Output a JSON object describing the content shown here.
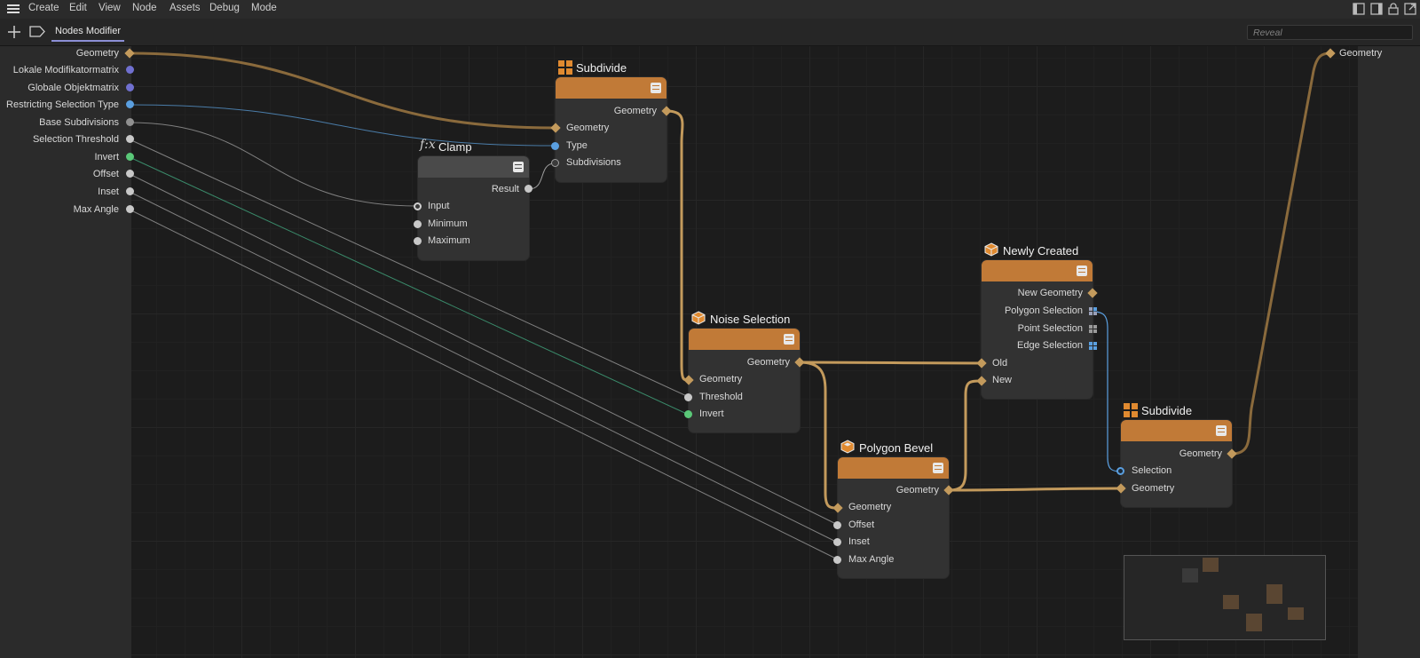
{
  "menubar": {
    "items": [
      "Create",
      "Edit",
      "View",
      "Node",
      "Assets",
      "Debug",
      "Mode"
    ]
  },
  "tabbar": {
    "tab_label": "Nodes Modifier",
    "search_placeholder": "Reveal"
  },
  "inputs": [
    "Geometry",
    "Lokale Modifikatormatrix",
    "Globale Objektmatrix",
    "Restricting Selection Type",
    "Base Subdivisions",
    "Selection Threshold",
    "Invert",
    "Offset",
    "Inset",
    "Max Angle"
  ],
  "output": {
    "label": "Geometry"
  },
  "nodes": {
    "subdivide1": {
      "title": "Subdivide",
      "out_geometry": "Geometry",
      "in_geometry": "Geometry",
      "in_type": "Type",
      "in_subdivisions": "Subdivisions"
    },
    "clamp": {
      "title": "Clamp",
      "out_result": "Result",
      "in_input": "Input",
      "in_minimum": "Minimum",
      "in_maximum": "Maximum"
    },
    "noise": {
      "title": "Noise Selection",
      "out_geometry": "Geometry",
      "in_geometry": "Geometry",
      "in_threshold": "Threshold",
      "in_invert": "Invert"
    },
    "newly": {
      "title": "Newly Created",
      "out_new_geometry": "New Geometry",
      "out_polygon": "Polygon Selection",
      "out_point": "Point Selection",
      "out_edge": "Edge Selection",
      "in_old": "Old",
      "in_new": "New"
    },
    "bevel": {
      "title": "Polygon Bevel",
      "out_geometry": "Geometry",
      "in_geometry": "Geometry",
      "in_offset": "Offset",
      "in_inset": "Inset",
      "in_max_angle": "Max Angle"
    },
    "subdivide2": {
      "title": "Subdivide",
      "out_geometry": "Geometry",
      "in_selection": "Selection",
      "in_geometry": "Geometry"
    }
  },
  "colors": {
    "geometry_port": "#c39a5c",
    "node_header": "#c17a37",
    "matrix_port": "#7070d0",
    "selection_port": "#5a9fe0",
    "bool_port": "#5ac878",
    "number_port": "#c8c8c8"
  }
}
